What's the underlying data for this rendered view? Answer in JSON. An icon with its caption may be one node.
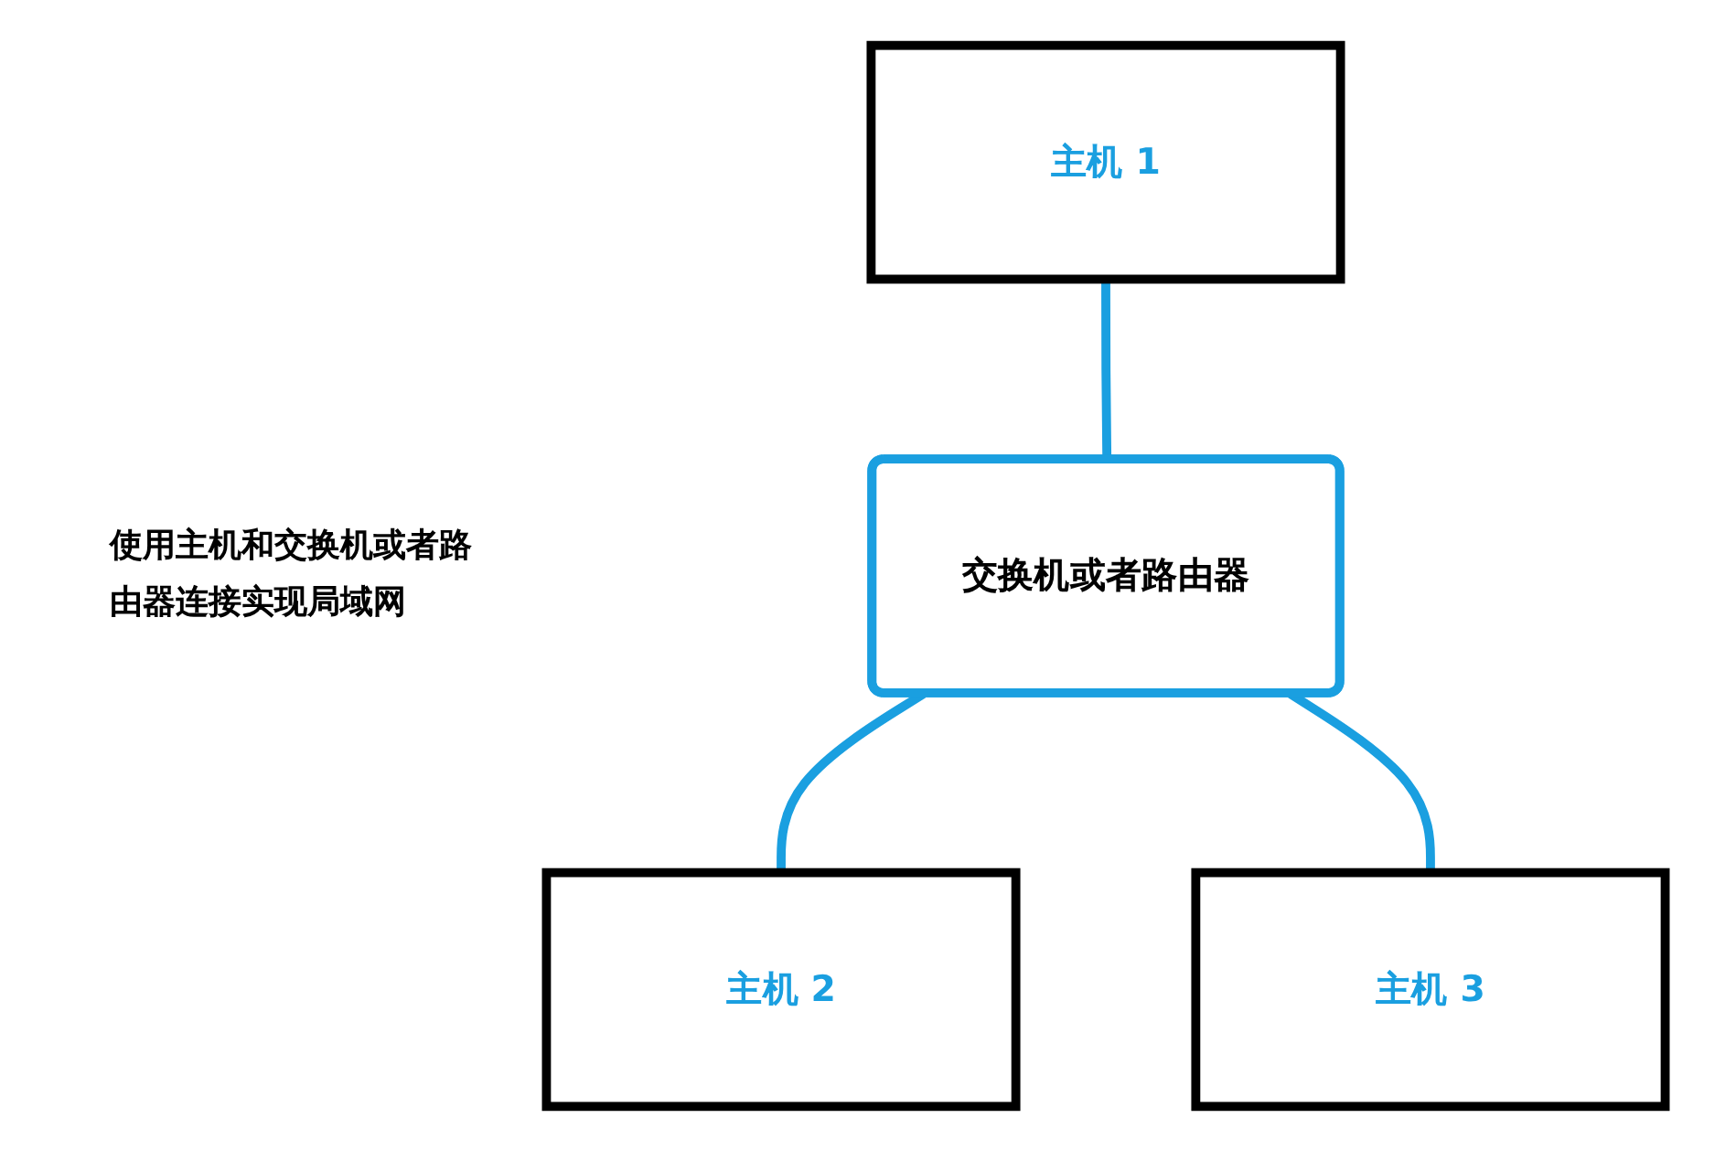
{
  "diagram": {
    "nodes": [
      {
        "text": [
          "主机 1"
        ]
      },
      {
        "text": [
          "主机 2"
        ]
      },
      {
        "text": [
          "交换机或者路由器"
        ]
      },
      {
        "text": [
          "主机 3"
        ]
      }
    ],
    "edges": [
      {
        "from": 0,
        "to": 2,
        "arrow": "none"
      },
      {
        "from": 2,
        "to": 1,
        "arrow": "none"
      },
      {
        "from": 2,
        "to": 3,
        "arrow": "none"
      }
    ],
    "labels": [
      "使用主机和交换机或者路由器连接实现局域网"
    ]
  }
}
